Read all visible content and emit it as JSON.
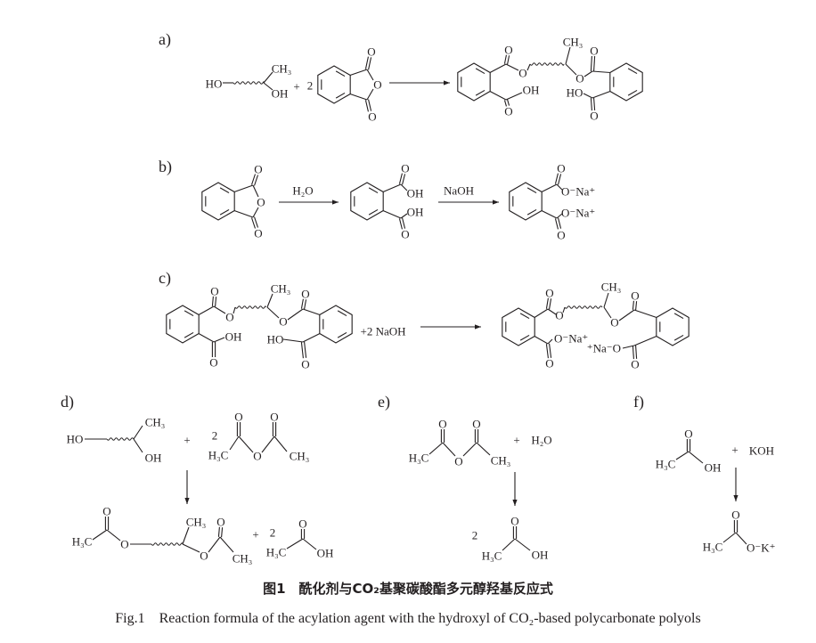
{
  "panels": {
    "a": {
      "label": "a)",
      "texts": [
        "HO",
        "CH₃",
        "OH",
        "+",
        "2",
        "O",
        "O",
        "O",
        "O",
        "OH",
        "O",
        "O",
        "CH₃",
        "O",
        "O",
        "HO",
        "O"
      ]
    },
    "b": {
      "label": "b)",
      "texts": [
        "O",
        "O",
        "O",
        "H₂O",
        "O",
        "OH",
        "OH",
        "O",
        "NaOH",
        "O⁻Na⁺",
        "O⁻Na⁺",
        "O",
        "O"
      ]
    },
    "c": {
      "label": "c)",
      "texts": [
        "O",
        "O",
        "CH₃",
        "O",
        "O",
        "OH",
        "HO",
        "O",
        "O",
        "+2 NaOH",
        "O",
        "O",
        "CH₃",
        "O",
        "O",
        "O⁻Na⁺",
        "⁺Na⁻O",
        "O",
        "O"
      ]
    },
    "d": {
      "label": "d)",
      "texts": [
        "HO",
        "CH₃",
        "OH",
        "+",
        "2",
        "H₃C",
        "O",
        "O",
        "O",
        "CH₃",
        "O",
        "H₃C",
        "O",
        "CH₃",
        "O",
        "O",
        "CH₃",
        "+",
        "2",
        "H₃C",
        "O",
        "OH"
      ]
    },
    "e": {
      "label": "e)",
      "texts": [
        "H₃C",
        "O",
        "O",
        "O",
        "CH₃",
        "+",
        "H₂O",
        "2",
        "O",
        "H₃C",
        "OH"
      ]
    },
    "f": {
      "label": "f)",
      "texts": [
        "O",
        "H₃C",
        "OH",
        "+",
        "KOH",
        "O",
        "H₃C",
        "O⁻K⁺"
      ]
    }
  },
  "caption": {
    "chinese": "图1　酰化剂与CO₂基聚碳酸酯多元醇羟基反应式",
    "english": "Fig.1　Reaction formula of the acylation agent with the hydroxyl of CO₂-based polycarbonate polyols"
  },
  "colors": {
    "ink": "#231f20"
  }
}
